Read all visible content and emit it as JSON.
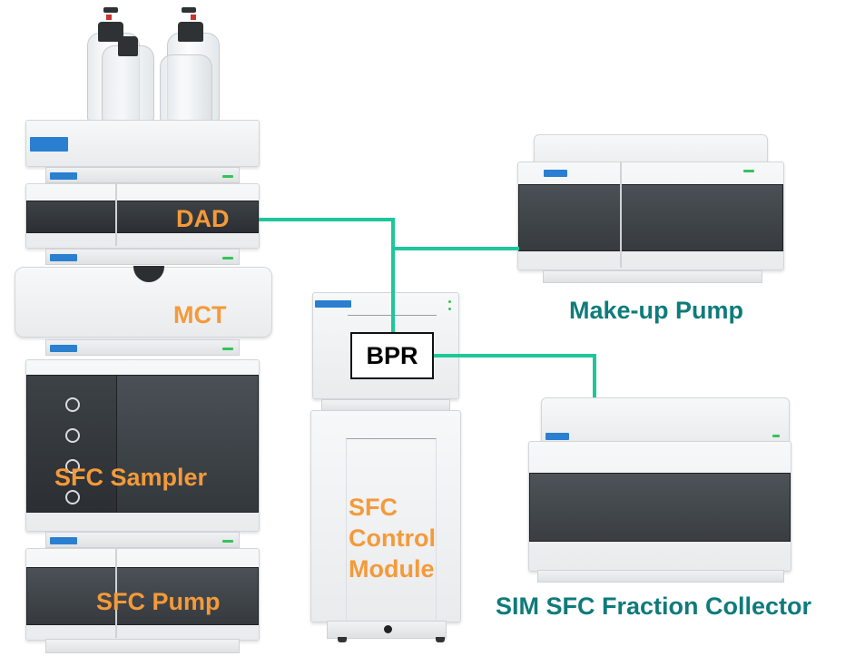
{
  "diagram": {
    "title": "",
    "colors": {
      "component_label": "#f49a3a",
      "external_label": "#0f7b7b",
      "connection_line": "#1dc79a",
      "bpr_border": "#111111"
    },
    "stack_modules": [
      {
        "id": "dad",
        "label": "DAD"
      },
      {
        "id": "mct",
        "label": "MCT"
      },
      {
        "id": "sfc-sampler",
        "label": "SFC Sampler"
      },
      {
        "id": "sfc-pump",
        "label": "SFC Pump"
      }
    ],
    "control_module": {
      "label_lines": [
        "SFC",
        "Control",
        "Module"
      ],
      "bpr_label": "BPR"
    },
    "external_modules": [
      {
        "id": "makeup-pump",
        "label": "Make-up Pump"
      },
      {
        "id": "fraction-collector",
        "label": "SIM SFC Fraction Collector"
      }
    ],
    "connections": [
      {
        "from": "DAD",
        "to": "BPR"
      },
      {
        "from": "junction",
        "to": "Make-up Pump"
      },
      {
        "from": "BPR",
        "to": "SIM SFC Fraction Collector"
      }
    ]
  }
}
